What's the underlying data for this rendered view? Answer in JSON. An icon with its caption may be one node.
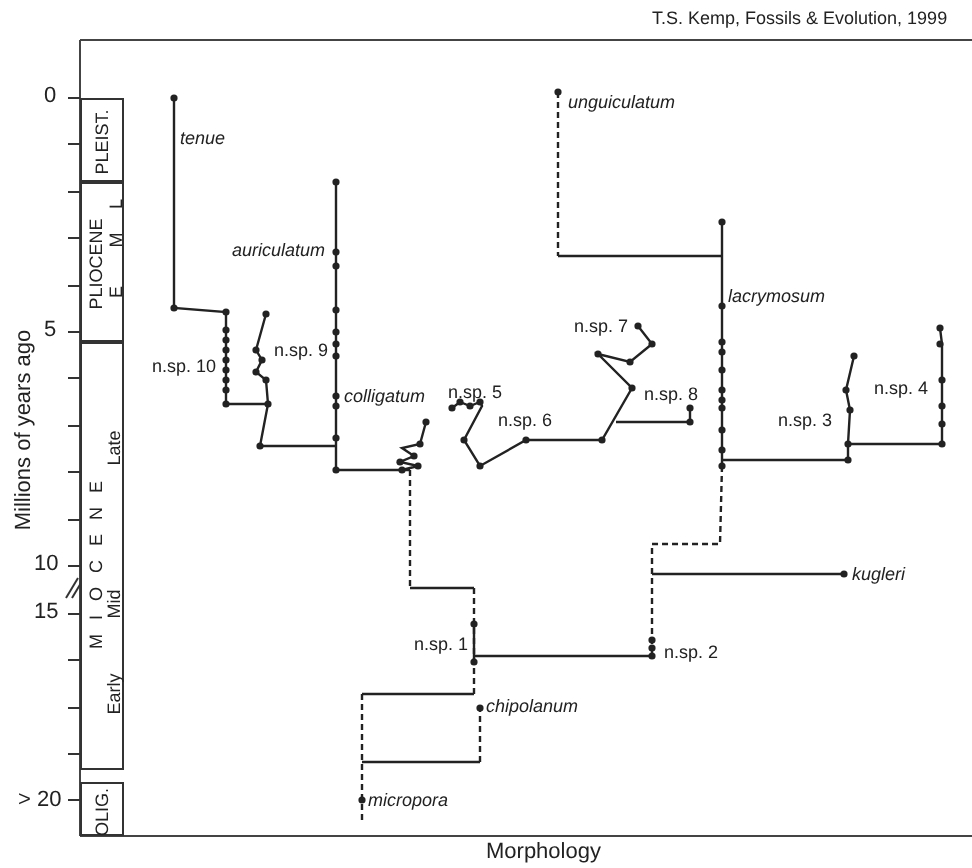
{
  "diagram": {
    "nodes": [
      {
        "text": [
          "PLEIST."
        ]
      },
      {
        "text": [
          "PLIOCENE"
        ]
      },
      {
        "text": [
          "MIOCENE"
        ]
      },
      {
        "text": [
          "OLIG."
        ]
      }
    ],
    "labels": [
      "T.S. Kemp, Fossils & Evolution, 1999",
      "0",
      "tenue",
      "unguiculatum",
      "L",
      "M",
      "auriculatum",
      "E",
      "lacrymosum",
      "5",
      "n.sp. 7",
      "n.sp. 9",
      "n.sp. 10",
      "colligatum",
      "n.sp. 5",
      "n.sp. 8",
      "n.sp. 4",
      "n.sp. 6",
      "n.sp. 3",
      "Late",
      "Millions of years ago",
      "10",
      "kugleri",
      "15",
      "Mid",
      "n.sp. 1",
      "n.sp. 2",
      "Early",
      "chipolanum",
      "> 20",
      "micropora",
      "Morphology"
    ]
  }
}
